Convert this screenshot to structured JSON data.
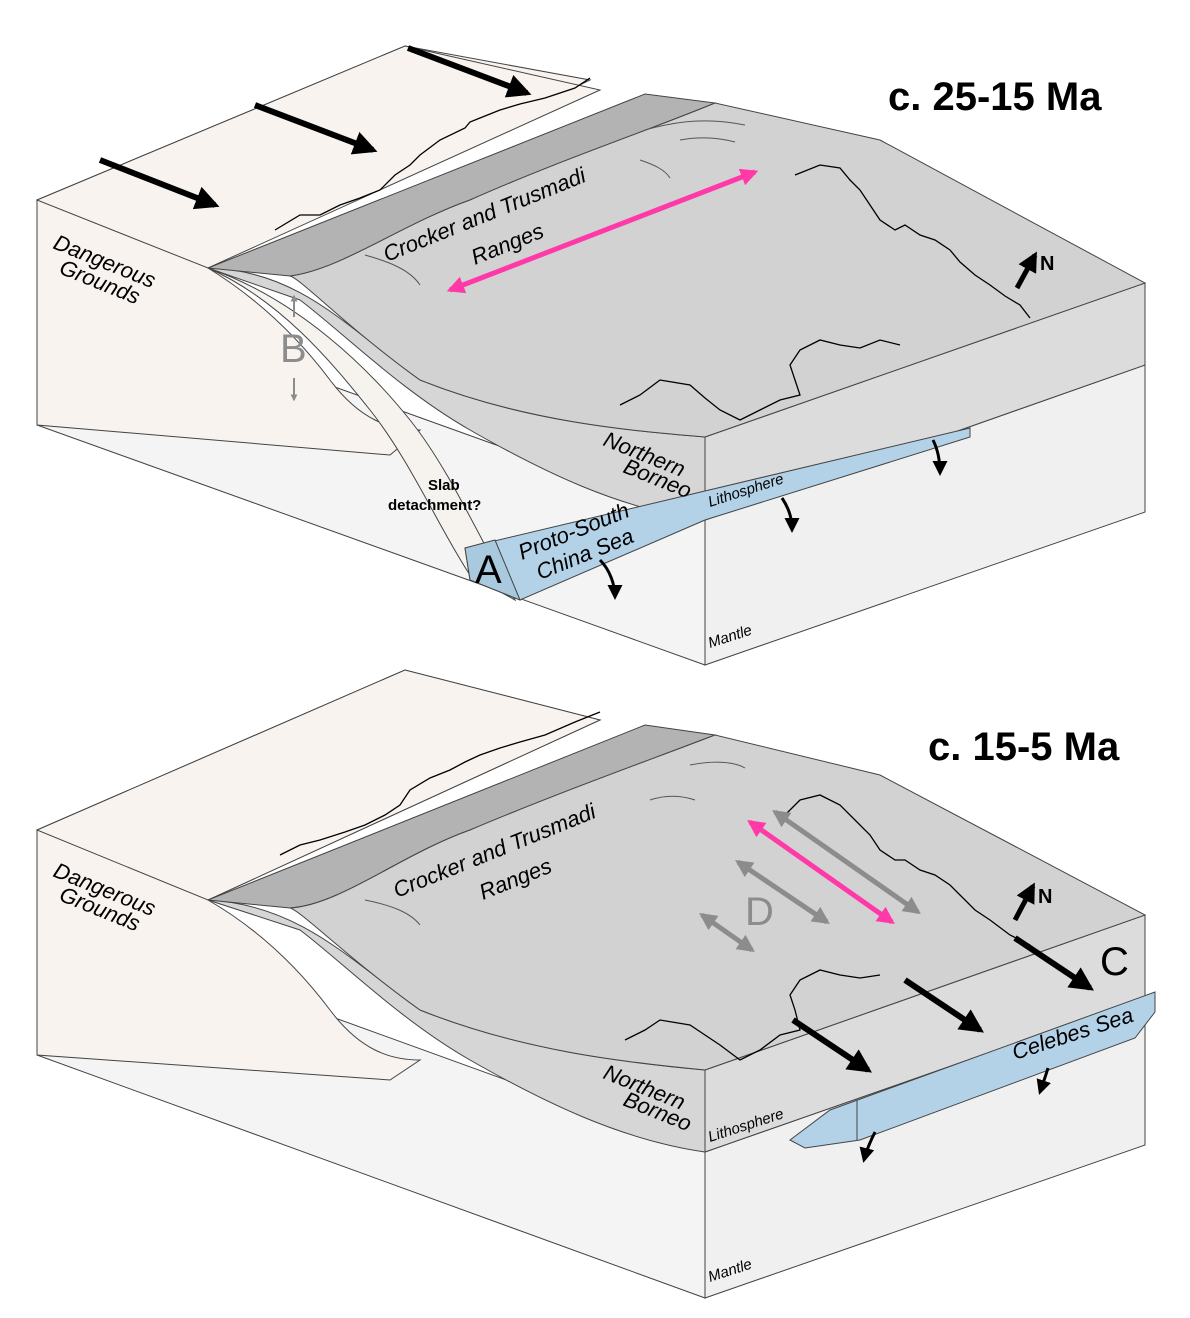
{
  "colors": {
    "dangerous_grounds": "#f8f3ee",
    "crust_dark": "#b3b3b3",
    "borneo_top": "#d2d2d2",
    "lithosphere_side": "#dadada",
    "mantle_side": "#f4f4f4",
    "slab_blue": "#b4d2e7",
    "extension_magenta": "#ff3aa8",
    "gray_arrow": "#8c8c8c"
  },
  "panel_top": {
    "title": "c. 25-15 Ma",
    "dangerous_grounds": [
      "Dangerous",
      "Grounds"
    ],
    "ranges": [
      "Crocker and Trusmadi",
      "Ranges"
    ],
    "northern_borneo": [
      "Northern",
      "Borneo"
    ],
    "proto_sea": [
      "Proto-South",
      "China Sea"
    ],
    "slab": [
      "Slab",
      "detachment?"
    ],
    "letter_a": "A",
    "letter_b": "B",
    "lithosphere": "Lithosphere",
    "mantle": "Mantle",
    "north": "N"
  },
  "panel_bottom": {
    "title": "c. 15-5 Ma",
    "dangerous_grounds": [
      "Dangerous",
      "Grounds"
    ],
    "ranges": [
      "Crocker and Trusmadi",
      "Ranges"
    ],
    "northern_borneo": [
      "Northern",
      "Borneo"
    ],
    "celebes": "Celebes Sea",
    "letter_c": "C",
    "letter_d": "D",
    "lithosphere": "Lithosphere",
    "mantle": "Mantle",
    "north": "N"
  }
}
